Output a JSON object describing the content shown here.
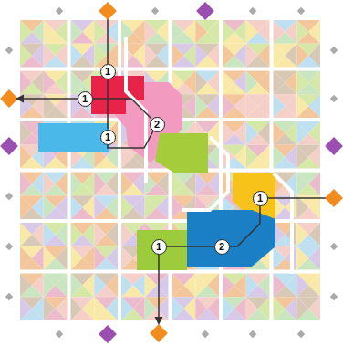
{
  "diagram": {
    "nodes": [
      {
        "text": [
          "1"
        ]
      },
      {
        "text": [
          "1"
        ]
      },
      {
        "text": [
          "2"
        ]
      },
      {
        "text": [
          "1"
        ]
      },
      {
        "text": [
          "1"
        ]
      },
      {
        "text": [
          "1"
        ]
      },
      {
        "text": [
          "2"
        ]
      }
    ],
    "edges": [
      {
        "from": 0,
        "to": 3,
        "arrow": "none"
      },
      {
        "from": 3,
        "to": 2,
        "arrow": "none"
      },
      {
        "from": 2,
        "to": 1,
        "arrow": "none"
      },
      {
        "from": 4,
        "to": 6,
        "arrow": "none"
      },
      {
        "from": 6,
        "to": 5,
        "arrow": "none"
      }
    ]
  }
}
